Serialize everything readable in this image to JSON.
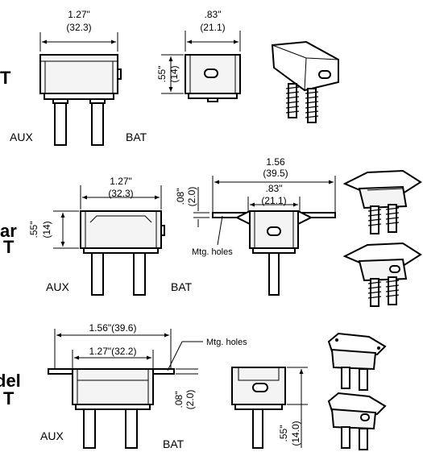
{
  "row1": {
    "width_in": "1.27\"",
    "width_mm": "(32.3)",
    "depth_in": ".83\"",
    "depth_mm": "(21.1)",
    "height_in": ".55\"",
    "height_mm": "(14)",
    "aux_label": "AUX",
    "bat_label": "BAT",
    "side_text": "T"
  },
  "row2": {
    "width_in": "1.27\"",
    "width_mm": "(32.3)",
    "height_in": ".55\"",
    "height_mm": "(14)",
    "flange_in": ".08\"",
    "flange_mm": "(2.0)",
    "span_in": "1.56",
    "span_mm": "(39.5)",
    "depth_in": ".83\"",
    "depth_mm": "(21.1)",
    "holes_label": "Mtg. holes",
    "aux_label": "AUX",
    "bat_label": "BAT",
    "side_text_1": "ar",
    "side_text_2": "T"
  },
  "row3": {
    "span": "1.56\"(39.6)",
    "width": "1.27\"(32.2)",
    "holes_label": "Mtg. holes",
    "flange_in": ".08\"",
    "flange_mm": "(2.0)",
    "height_in": ".55\"",
    "height_mm": "(14.0)",
    "aux_label": "AUX",
    "bat_label": "BAT",
    "side_text_1": "del",
    "side_text_2": "T"
  }
}
